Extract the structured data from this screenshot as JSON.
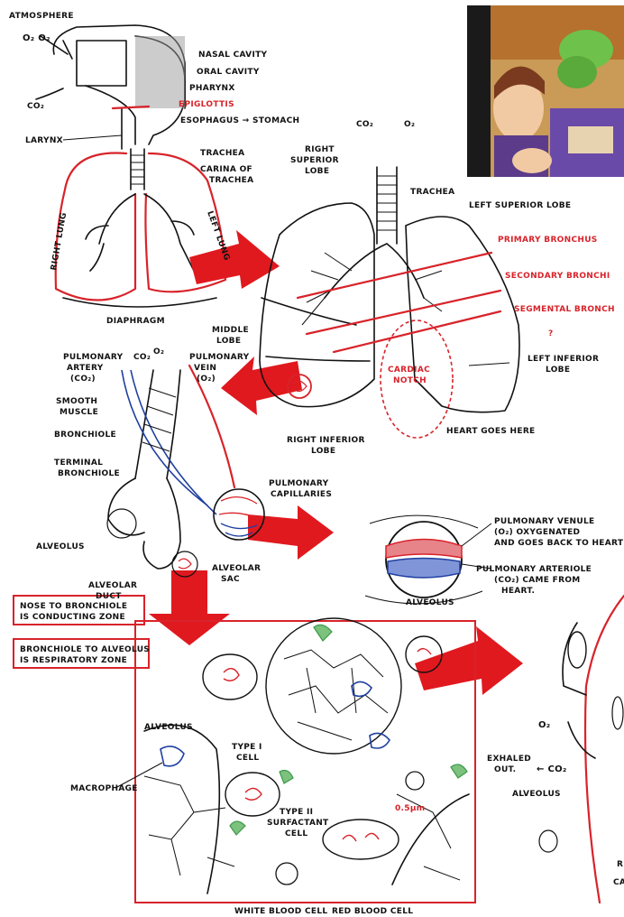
{
  "colors": {
    "ink": "#111111",
    "red": "#d8232a",
    "blue": "#1f3fa0",
    "arrow": "#e0191f",
    "green": "#3a9a46"
  },
  "upper": {
    "atmosphere": "ATMOSPHERE",
    "o2": "O₂ O₂",
    "co2": "CO₂",
    "nasal": "NASAL CAVITY",
    "oral": "ORAL CAVITY",
    "pharynx": "PHARYNX",
    "epiglottis": "EPIGLOTTIS",
    "esophagus": "ESOPHAGUS → STOMACH",
    "larynx": "LARYNX",
    "trachea": "TRACHEA",
    "carina1": "CARINA OF",
    "carina2": "TRACHEA",
    "right_lung": "RIGHT LUNG",
    "left_lung": "LEFT LUNG",
    "diaphragm": "DIAPHRAGM"
  },
  "lungs": {
    "co2": "CO₂",
    "o2": "O₂",
    "right_sup1": "RIGHT",
    "right_sup2": "SUPERIOR",
    "right_sup3": "LOBE",
    "trachea": "TRACHEA",
    "left_sup": "LEFT SUPERIOR LOBE",
    "primary": "PRIMARY BRONCHUS",
    "secondary": "SECONDARY BRONCHI",
    "segmental": "SEGMENTAL BRONCH",
    "q": "?",
    "middle1": "MIDDLE",
    "middle2": "LOBE",
    "cardiac1": "CARDIAC",
    "cardiac2": "NOTCH",
    "left_inf1": "LEFT INFERIOR",
    "left_inf2": "LOBE",
    "heart": "HEART GOES HERE",
    "right_inf1": "RIGHT INFERIOR",
    "right_inf2": "LOBE"
  },
  "bronchiole": {
    "pa1": "PULMONARY",
    "pa2": "ARTERY",
    "pa3": "(CO₂)",
    "co2": "CO₂",
    "o2": "O₂",
    "pv1": "PULMONARY",
    "pv2": "VEIN",
    "pv3": "(O₂)",
    "smooth1": "SMOOTH",
    "smooth2": "MUSCLE",
    "bronchiole": "BRONCHIOLE",
    "term1": "TERMINAL",
    "term2": "BRONCHIOLE",
    "cap1": "PULMONARY",
    "cap2": "CAPILLARIES",
    "alveolus": "ALVEOLUS",
    "duct1": "ALVEOLAR",
    "duct2": "DUCT",
    "sac1": "ALVEOLAR",
    "sac2": "SAC"
  },
  "capillary": {
    "venule1": "PULMONARY VENULE",
    "venule2": "(O₂) OXYGENATED",
    "venule3": "AND GOES BACK TO HEART",
    "arteriole1": "PULMONARY ARTERIOLE",
    "arteriole2": "(CO₂) CAME FROM",
    "arteriole3": "HEART.",
    "alveolus": "ALVEOLUS"
  },
  "notes": {
    "zone1a": "NOSE TO BRONCHIOLE",
    "zone1b": "IS CONDUCTING ZONE",
    "zone2a": "BRONCHIOLE TO ALVEOLUS",
    "zone2b": "IS RESPIRATORY ZONE"
  },
  "micro": {
    "alveolus": "ALVEOLUS",
    "macrophage": "MACROPHAGE",
    "type1a": "TYPE I",
    "type1b": "CELL",
    "type2a": "TYPE II",
    "type2b": "SURFACTANT",
    "type2c": "CELL",
    "scale": "0.5μm",
    "wbc": "WHITE BLOOD CELL",
    "rbc": "RED BLOOD CELL"
  },
  "exchange": {
    "o2": "O₂",
    "exhaled1": "EXHALED",
    "exhaled2": "OUT.",
    "co2": "← CO₂",
    "alveolus": "ALVEOLUS",
    "r": "R",
    "ca": "CA"
  }
}
